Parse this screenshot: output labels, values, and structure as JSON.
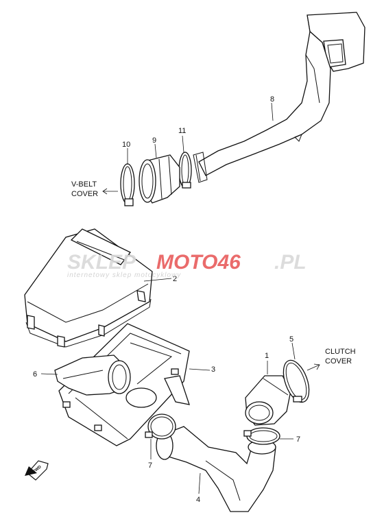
{
  "watermark": {
    "brand_left": "SKLEP",
    "brand_right": "MOTO46",
    "brand_suffix": ".PL",
    "tagline": "internetowy sklep motocyklowy"
  },
  "callouts": {
    "p1": "1",
    "p2": "2",
    "p3": "3",
    "p4": "4",
    "p5": "5",
    "p6": "6",
    "p7a": "7",
    "p7b": "7",
    "p8": "8",
    "p9": "9",
    "p10": "10",
    "p11": "11"
  },
  "direction_notes": {
    "vbelt_line1": "V-BELT",
    "vbelt_line2": "COVER",
    "clutch_line1": "CLUTCH",
    "clutch_line2": "COVER"
  },
  "fwd_label": "FWD",
  "icons": [
    "arrow-left-icon",
    "arrow-right-icon",
    "fwd-arrow-icon"
  ]
}
